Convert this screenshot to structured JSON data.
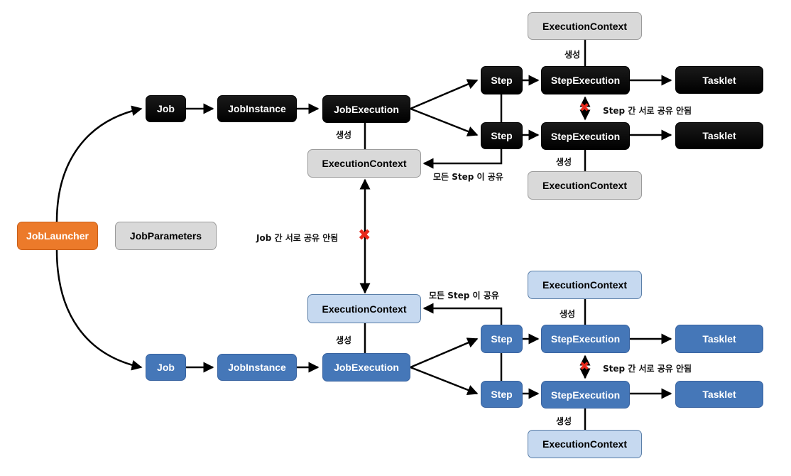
{
  "nodes": {
    "job_launcher": "JobLauncher",
    "job_parameters": "JobParameters",
    "top": {
      "job": "Job",
      "job_instance": "JobInstance",
      "job_execution": "JobExecution",
      "job_execution_context": "ExecutionContext",
      "step1": "Step",
      "step2": "Step",
      "step_execution1": "StepExecution",
      "step_execution2": "StepExecution",
      "tasklet1": "Tasklet",
      "tasklet2": "Tasklet",
      "step_context1": "ExecutionContext",
      "step_context2": "ExecutionContext"
    },
    "bottom": {
      "job": "Job",
      "job_instance": "JobInstance",
      "job_execution": "JobExecution",
      "job_execution_context": "ExecutionContext",
      "step1": "Step",
      "step2": "Step",
      "step_execution1": "StepExecution",
      "step_execution2": "StepExecution",
      "tasklet1": "Tasklet",
      "tasklet2": "Tasklet",
      "step_context1": "ExecutionContext",
      "step_context2": "ExecutionContext"
    }
  },
  "labels": {
    "create": "생성",
    "shared_by_all_steps": "모든 Step 이 공유",
    "step_not_shared": "Step 간 서로 공유 안됨",
    "job_not_shared": "Job 간 서로 공유 안됨"
  },
  "marks": {
    "x_glyph": "✖"
  },
  "colors": {
    "top_nodes": "#000000",
    "bottom_nodes": "#4577b8",
    "launcher": "#ec7a2a",
    "context_top": "#d9d9d9",
    "context_bottom": "#c6d9f0",
    "cross": "#e8291c"
  }
}
